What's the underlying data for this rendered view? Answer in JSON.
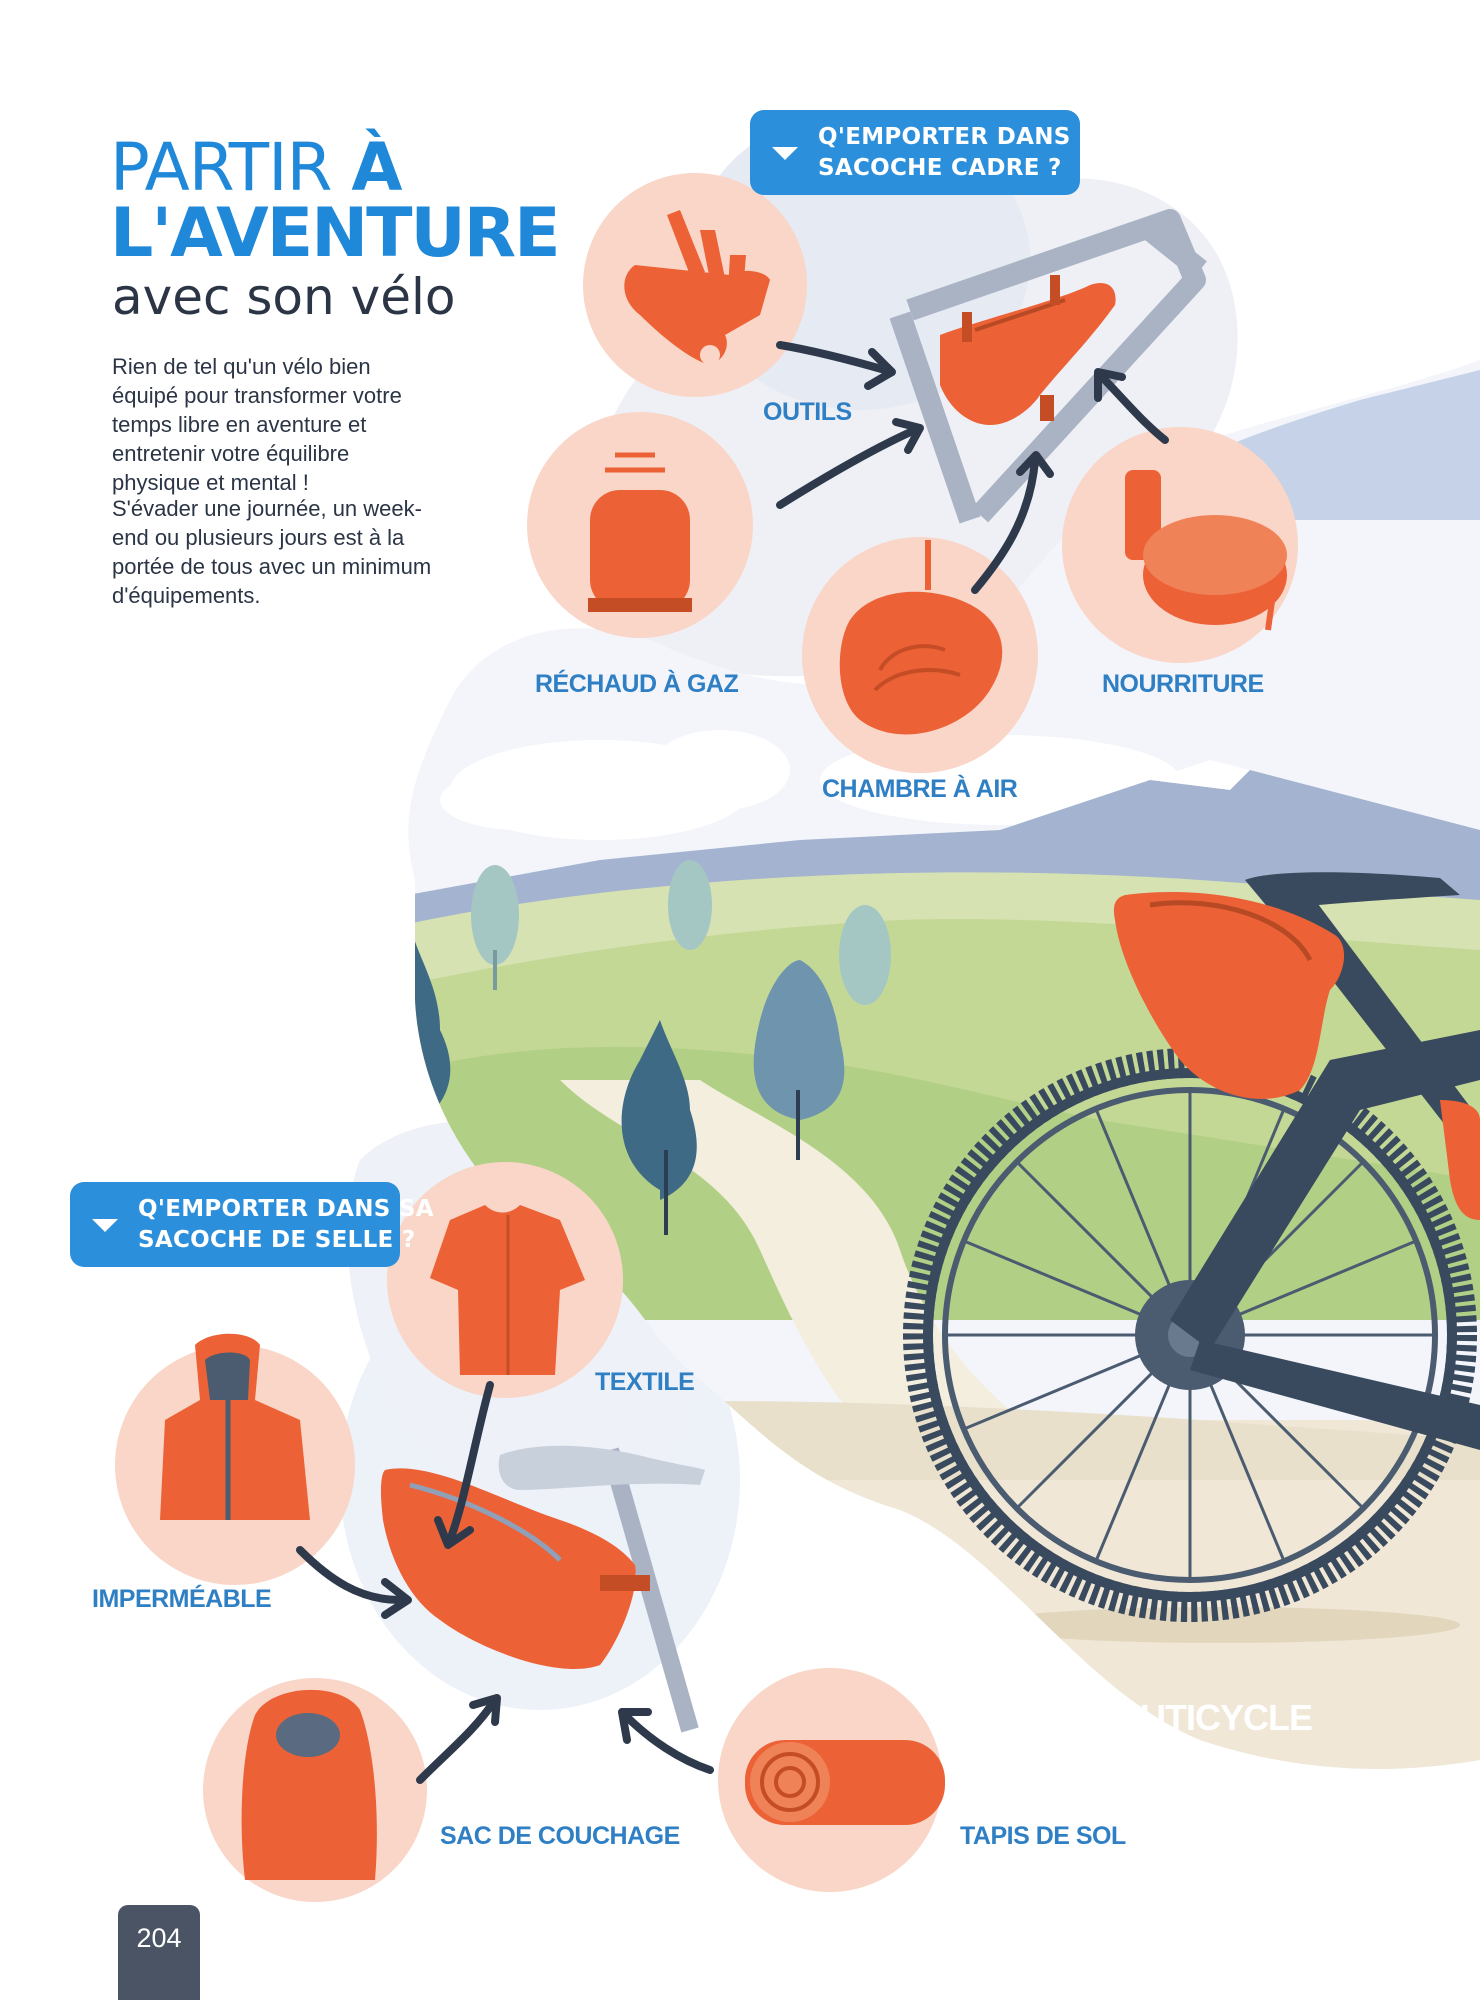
{
  "title": {
    "line1_light": "PARTIR",
    "line1_bold": "À",
    "line2": "L'AVENTURE",
    "line3": "avec son vélo"
  },
  "intro": {
    "p1": "Rien de tel qu'un vélo bien équipé pour transformer votre temps libre en aventure et entretenir votre équilibre physique et mental !",
    "p2": "S'évader une journée, un week-end ou plusieurs jours est à la portée de tous avec un minimum d'équipements."
  },
  "frame_bag": {
    "badge_line1": "Q'EMPORTER DANS SA",
    "badge_line2": "SACOCHE CADRE ?",
    "items": [
      "OUTILS",
      "RÉCHAUD À GAZ",
      "CHAMBRE À AIR",
      "NOURRITURE"
    ]
  },
  "saddle_bag": {
    "badge_line1": "Q'EMPORTER DANS SA",
    "badge_line2": "SACOCHE DE SELLE ?",
    "items": [
      "TEXTILE",
      "IMPERMÉABLE",
      "SAC DE COUCHAGE",
      "TAPIS DE SOL"
    ]
  },
  "brand": "BOUTICYCLE",
  "page_number": "204",
  "colors": {
    "title_blue": "#1f88d9",
    "badge_blue": "#2c8fdb",
    "label_blue": "#2f7fc4",
    "accent_orange": "#ec6236",
    "circle_pink": "#f9d6c8",
    "text_dark": "#2b3545"
  }
}
